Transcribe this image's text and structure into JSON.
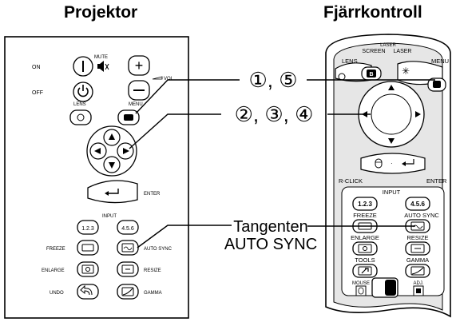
{
  "headings": {
    "left": "Projektor",
    "right": "Fjärrkontroll"
  },
  "callouts": {
    "menu_steps": "①, ⑤",
    "arrow_steps": "②, ③, ④",
    "tangenten": "Tangenten",
    "auto_sync": "AUTO SYNC"
  },
  "projector": {
    "on": "ON",
    "off": "OFF",
    "mute": "MUTE",
    "vol": "VOL",
    "lens": "LENS",
    "menu": "MENU",
    "enter": "ENTER",
    "input": "INPUT",
    "in1": "1.2.3",
    "in2": "4.5.6",
    "freeze": "FREEZE",
    "auto_sync": "AUTO SYNC",
    "enlarge": "ENLARGE",
    "resize": "RESIZE",
    "undo": "UNDO",
    "gamma": "GAMMA"
  },
  "remote": {
    "screen_laser_top": "LASER",
    "screen": "SCREEN",
    "laser": "LASER",
    "lens": "LENS",
    "menu": "MENU",
    "lens_b": "B",
    "r_click": "R-CLICK",
    "enter": "ENTER",
    "input": "INPUT",
    "in1": "1.2.3",
    "in2": "4.5.6",
    "freeze": "FREEZE",
    "auto_sync": "AUTO SYNC",
    "enlarge": "ENLARGE",
    "resize": "RESIZE",
    "tools": "TOOLS",
    "gamma": "GAMMA",
    "mouse": "MOUSE",
    "adj": "ADJ."
  }
}
